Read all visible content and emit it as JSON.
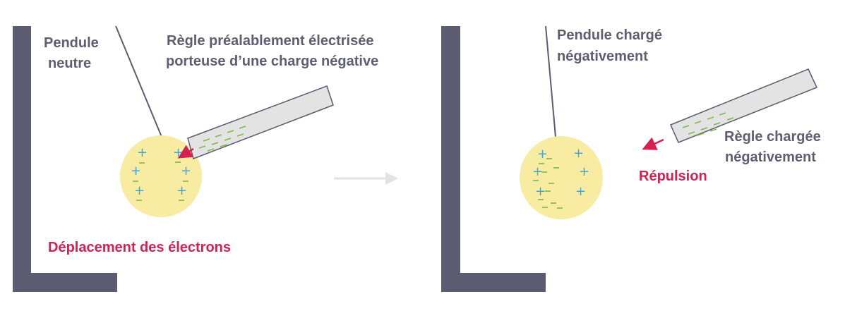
{
  "colors": {
    "stand": "#5b5c72",
    "ball": "#f7eca2",
    "ruler_fill": "#e3e3e3",
    "ruler_stroke": "#5b5c72",
    "plus": "#3ba7dc",
    "minus": "#7cbb3e",
    "highlight": "#d6204f",
    "label": "#5d5e70",
    "transition_arrow": "#e2e2e2"
  },
  "left_panel": {
    "pendulum_label": [
      "Pendule",
      "neutre"
    ],
    "ruler_label": [
      "Règle préalablement électrisée",
      "porteuse d’une charge négative"
    ],
    "caption": "Déplacement des électrons"
  },
  "right_panel": {
    "pendulum_label": [
      "Pendule chargé",
      "négativement"
    ],
    "ruler_label": [
      "Règle chargée",
      "négativement"
    ],
    "caption": "Répulsion"
  },
  "symbols": {
    "plus": "+",
    "minus": "−"
  }
}
